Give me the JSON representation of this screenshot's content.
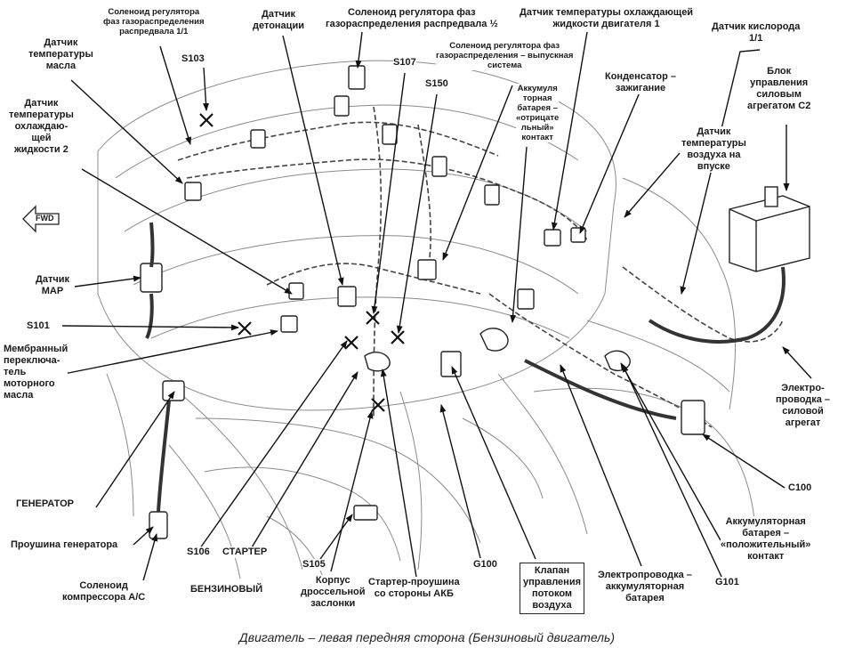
{
  "caption": "Двигатель – левая передняя сторона (Бензиновый двигатель)",
  "labels": {
    "solenoid_cam_1_1": "Соленоид регулятора\nфаз газораспределения\nраспредвала 1/1",
    "knock_sensor": "Датчик\nдетонации",
    "solenoid_cam_half": "Соленоид регулятора фаз\nгазораспределения распредвала ½",
    "coolant_temp_1": "Датчик температуры охлаждающей\nжидкости двигателя 1",
    "oxygen_sensor": "Датчик кислорода\n1/1",
    "oil_temp": "Датчик\nтемпературы\nмасла",
    "s103": "S103",
    "s107": "S107",
    "solenoid_exhaust": "Соленоид регулятора фаз\nгазораспределения – выпускная\nсистема",
    "s150": "S150",
    "battery_negative": "Аккумуля\nторная\nбатарея –\n«отрицате\nльный»\nконтакт",
    "condenser_ignition": "Конденсатор –\nзажигание",
    "pcm_c2": "Блок\nуправления\nсиловым\nагрегатом С2",
    "coolant_temp_2": "Датчик\nтемпературы\nохлаждаю-\nщей\nжидкости 2",
    "intake_air_temp": "Датчик\nтемпературы\nвоздуха на\nвпуске",
    "fwd": "FWD",
    "map_sensor": "Датчик\nМАР",
    "s101": "S101",
    "oil_pressure_switch": "Мембранный\nпереключа-\nтель\nмоторного\nмасла",
    "powertrain_wiring": "Электро-\nпроводка –\nсиловой\nагрегат",
    "generator": "ГЕНЕРАТОР",
    "c100": "C100",
    "generator_eyelet": "Проушина генератора",
    "battery_positive": "Аккумуляторная\nбатарея –\n«положительный»\nконтакт",
    "s106": "S106",
    "starter": "СТАРТЕР",
    "s105": "S105",
    "g100": "G100",
    "airflow_valve": "Клапан\nуправления\nпотоком\nвоздуха",
    "battery_wiring": "Электропроводка –\nаккумуляторная\nбатарея",
    "g101": "G101",
    "ac_compressor_solenoid": "Соленоид\nкомпрессора А/С",
    "gasoline": "БЕНЗИНОВЫЙ",
    "throttle_body": "Корпус\nдроссельной\nзаслонки",
    "starter_eyelet": "Стартер-проушина\nсо стороны АКБ"
  }
}
